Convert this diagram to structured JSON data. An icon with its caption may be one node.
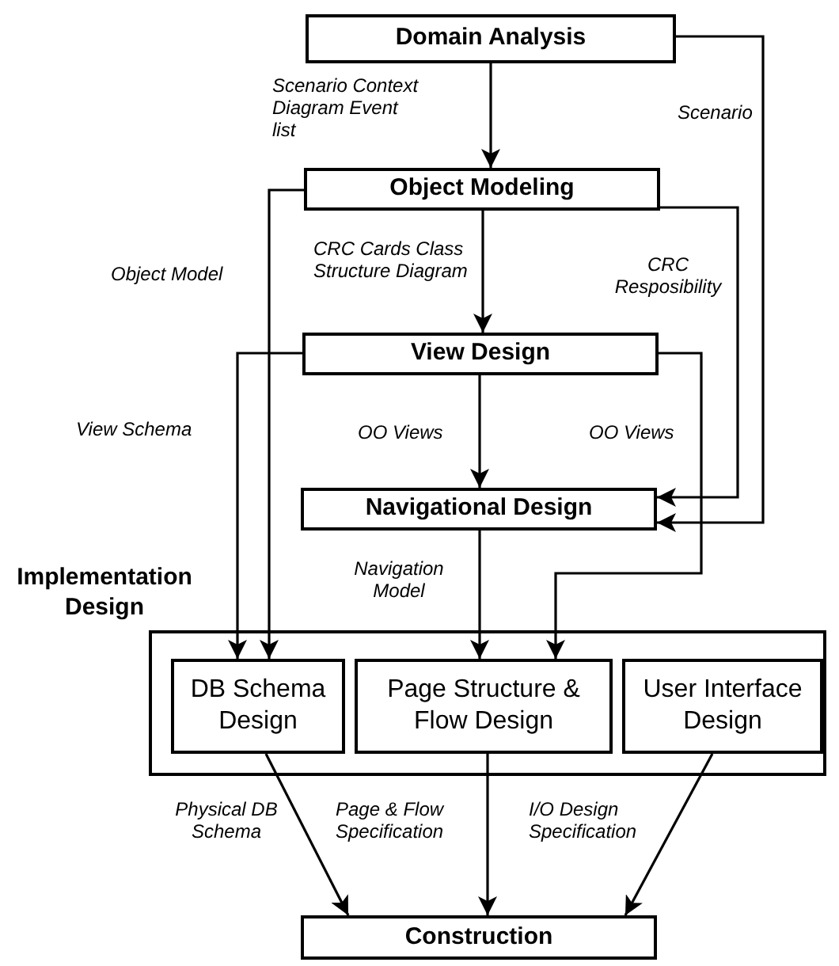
{
  "diagram": {
    "nodes": [
      {
        "text": [
          "Domain Analysis"
        ]
      },
      {
        "text": [
          "Object Modeling"
        ]
      },
      {
        "text": [
          "View Design"
        ]
      },
      {
        "text": [
          "Navigational Design"
        ]
      },
      {
        "text": [
          "Implementation Design"
        ]
      },
      {
        "text": [
          "DB Schema Design"
        ],
        "in": 4
      },
      {
        "text": [
          "Page Structure & Flow Design"
        ],
        "in": 4
      },
      {
        "text": [
          "User Interface Design"
        ],
        "in": 4
      },
      {
        "text": [
          "Construction"
        ]
      }
    ],
    "edges": [
      {
        "from": 0,
        "to": 1,
        "arrow": "to",
        "label": "Scenario Context Diagram Event list"
      },
      {
        "from": 0,
        "to": 3,
        "arrow": "to",
        "label": "Scenario"
      },
      {
        "from": 1,
        "to": 5,
        "arrow": "to",
        "label": "Object Model"
      },
      {
        "from": 1,
        "to": 2,
        "arrow": "to",
        "label": "CRC Cards Class Structure Diagram"
      },
      {
        "from": 1,
        "to": 3,
        "arrow": "to",
        "label": "CRC Resposibility"
      },
      {
        "from": 2,
        "to": 5,
        "arrow": "to",
        "label": "View Schema"
      },
      {
        "from": 2,
        "to": 3,
        "arrow": "to",
        "label": "OO Views"
      },
      {
        "from": 2,
        "to": 6,
        "arrow": "to",
        "label": "OO Views"
      },
      {
        "from": 3,
        "to": 6,
        "arrow": "to",
        "label": "Navigation Model"
      },
      {
        "from": 5,
        "to": 8,
        "arrow": "to",
        "label": "Physical DB Schema"
      },
      {
        "from": 6,
        "to": 8,
        "arrow": "to",
        "label": "Page & Flow Specification"
      },
      {
        "from": 7,
        "to": 8,
        "arrow": "to",
        "label": "I/O Design Specification"
      }
    ]
  }
}
